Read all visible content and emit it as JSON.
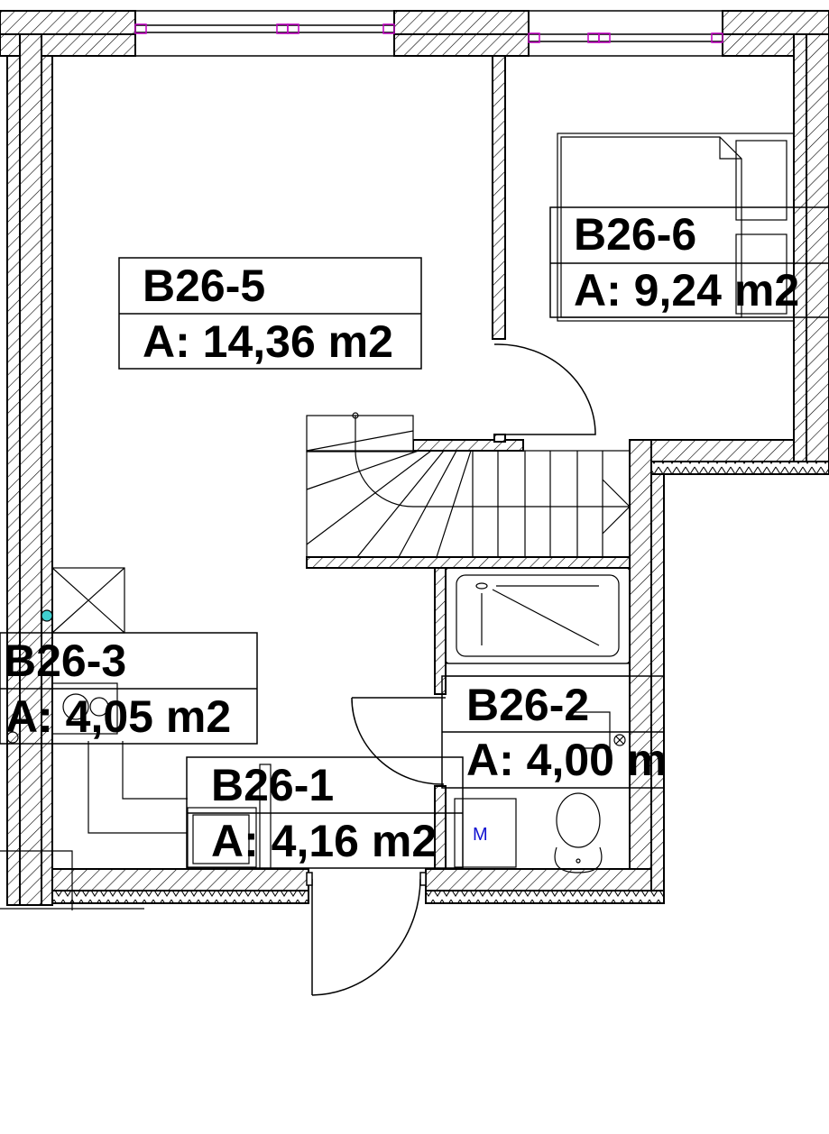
{
  "rooms": [
    {
      "id": "B26-5",
      "area": "A: 14,36 m2"
    },
    {
      "id": "B26-6",
      "area": "A: 9,24 m2"
    },
    {
      "id": "B26-3",
      "area": "A: 4,05 m2"
    },
    {
      "id": "B26-2",
      "area": "A: 4,00 m"
    },
    {
      "id": "B26-1",
      "area": "A: 4,16 m2"
    }
  ],
  "fixture_mark": "M",
  "colors": {
    "lines": "#000000",
    "window_frames": "#c000c0",
    "fixture_mark": "#1010d0",
    "socket": "#40d0d0"
  }
}
